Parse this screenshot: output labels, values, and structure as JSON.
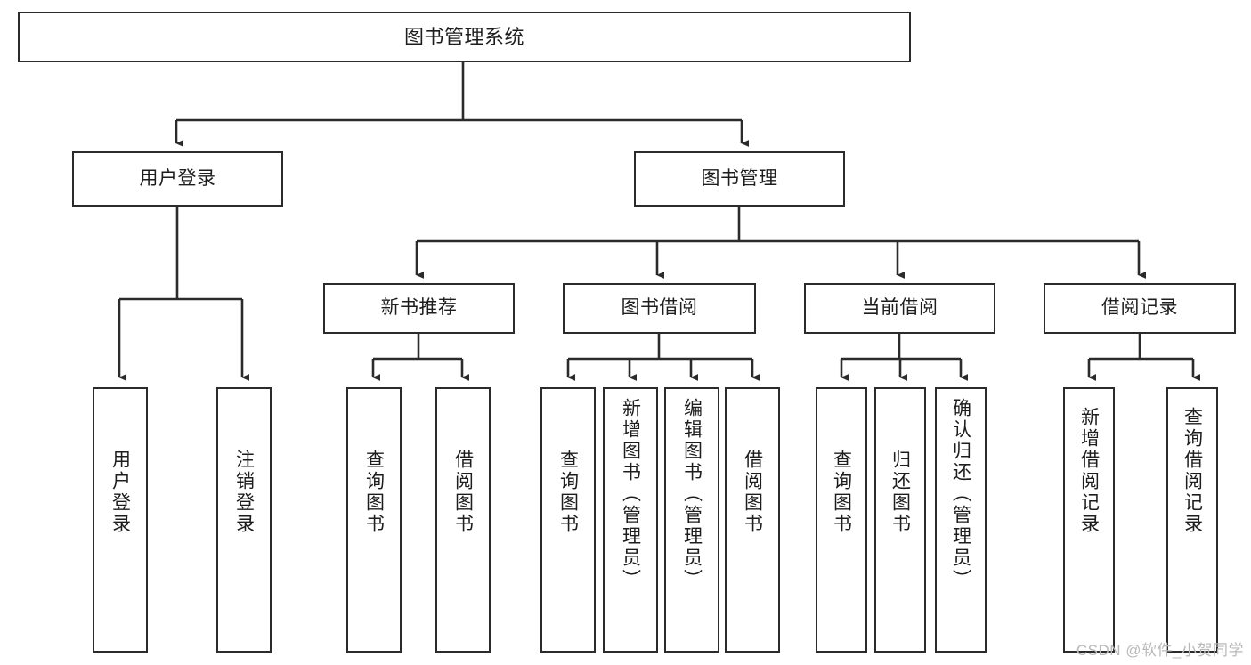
{
  "diagram": {
    "type": "tree",
    "title": "图书管理系统",
    "orientation": "top-down",
    "colors": {
      "box_border": "#2b2b2b",
      "box_fill": "#ffffff",
      "connector": "#2b2b2b",
      "text": "#1d1d1d",
      "watermark": "#b9b9b9"
    },
    "root": {
      "id": "root",
      "label": "图书管理系统"
    },
    "level1": [
      {
        "id": "user-login",
        "label": "用户登录"
      },
      {
        "id": "book-manage",
        "label": "图书管理"
      }
    ],
    "level2": [
      {
        "id": "new-book-recommend",
        "label": "新书推荐",
        "parent": "book-manage"
      },
      {
        "id": "book-borrow",
        "label": "图书借阅",
        "parent": "book-manage"
      },
      {
        "id": "current-borrow",
        "label": "当前借阅",
        "parent": "book-manage"
      },
      {
        "id": "borrow-record",
        "label": "借阅记录",
        "parent": "book-manage"
      }
    ],
    "leaves": {
      "user_login": [
        {
          "id": "leaf-user-login",
          "label": "用户登录"
        },
        {
          "id": "leaf-logout-login",
          "label": "注销登录"
        }
      ],
      "new_book_recommend": [
        {
          "id": "leaf-query-book-1",
          "label": "查询图书"
        },
        {
          "id": "leaf-borrow-book-1",
          "label": "借阅图书"
        }
      ],
      "book_borrow": [
        {
          "id": "leaf-query-book-2",
          "label": "查询图书"
        },
        {
          "id": "leaf-add-book",
          "label": "新增图书（管理员）"
        },
        {
          "id": "leaf-edit-book",
          "label": "编辑图书（管理员）"
        },
        {
          "id": "leaf-borrow-book-2",
          "label": "借阅图书"
        }
      ],
      "current_borrow": [
        {
          "id": "leaf-query-book-3",
          "label": "查询图书"
        },
        {
          "id": "leaf-return-book",
          "label": "归还图书"
        },
        {
          "id": "leaf-confirm-return",
          "label": "确认归还（管理员）"
        }
      ],
      "borrow_record": [
        {
          "id": "leaf-add-record",
          "label": "新增借阅记录"
        },
        {
          "id": "leaf-query-record",
          "label": "查询借阅记录"
        }
      ]
    }
  },
  "watermark": {
    "text": "CSDN @软件_小贺同学"
  }
}
